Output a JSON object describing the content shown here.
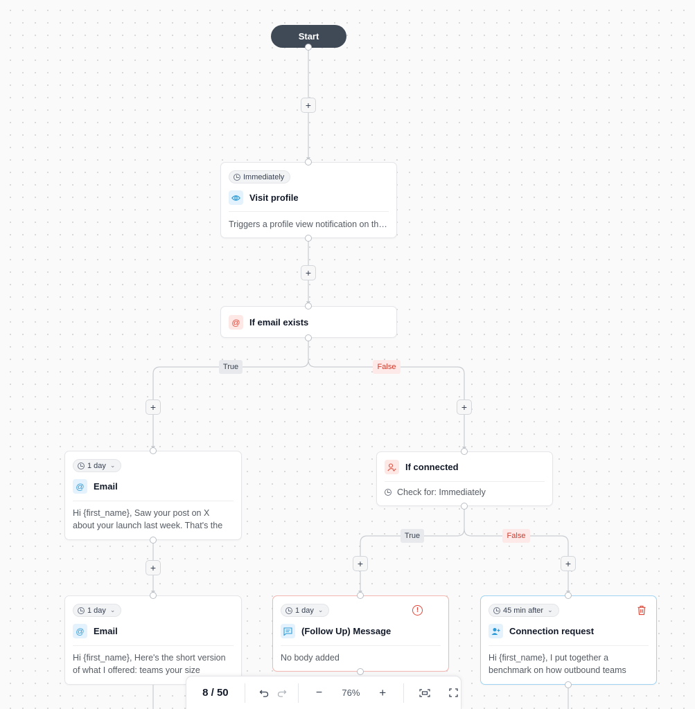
{
  "start": {
    "label": "Start"
  },
  "nodes": {
    "visit_profile": {
      "timing": "Immediately",
      "title": "Visit profile",
      "body": "Triggers a profile view notification on the prospect's side",
      "icon": "eye-icon"
    },
    "if_email": {
      "title": "If email exists",
      "icon": "at-icon"
    },
    "email_1": {
      "timing": "1 day",
      "title": "Email",
      "body": "Hi {first_name}, Saw your post on X about your launch last week. That's the",
      "icon": "at-icon"
    },
    "if_connected": {
      "title": "If connected",
      "check": "Check for: Immediately",
      "icon": "user-check-icon"
    },
    "email_2": {
      "timing": "1 day",
      "title": "Email",
      "body": "Hi {first_name}, Here's the short version of what I offered: teams your size",
      "icon": "at-icon"
    },
    "follow_up": {
      "timing": "1 day",
      "title": "(Follow Up) Message",
      "body": "No body added",
      "icon": "message-icon",
      "warning": "!"
    },
    "connection": {
      "timing": "45 min after",
      "title": "Connection request",
      "body": "Hi {first_name}, I put together a benchmark on how outbound teams",
      "icon": "user-plus-icon"
    }
  },
  "branches": {
    "email_true": "True",
    "email_false": "False",
    "conn_true": "True",
    "conn_false": "False"
  },
  "add_step": "+",
  "toolbar": {
    "page": "8 / 50",
    "zoom": "76%",
    "zoom_out": "−",
    "zoom_in": "+"
  },
  "colors": {
    "accent_blue": "#2b9ad6",
    "danger_red": "#de4a3b",
    "start_bg": "#3f4a56"
  }
}
